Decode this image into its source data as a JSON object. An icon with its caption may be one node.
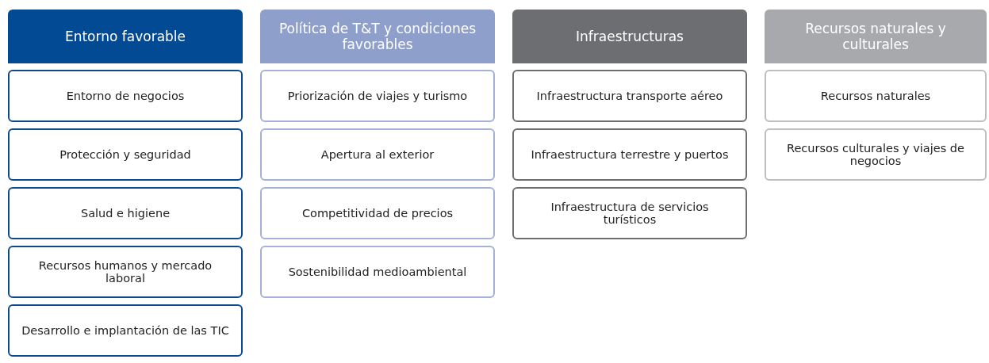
{
  "diagram": {
    "nodes": [
      {
        "text": [
          "Entorno favorable"
        ]
      },
      {
        "text": [
          "Entorno de negocios"
        ]
      },
      {
        "text": [
          "Protección y seguridad"
        ]
      },
      {
        "text": [
          "Salud e higiene"
        ]
      },
      {
        "text": [
          "Recursos humanos y mercado laboral"
        ]
      },
      {
        "text": [
          "Desarrollo e implantación de las TIC"
        ]
      },
      {
        "text": [
          "Política de T&T y condiciones favorables"
        ]
      },
      {
        "text": [
          "Priorización de viajes y turismo"
        ]
      },
      {
        "text": [
          "Apertura al exterior"
        ]
      },
      {
        "text": [
          "Competitividad de precios"
        ]
      },
      {
        "text": [
          "Sostenibilidad medioambiental"
        ]
      },
      {
        "text": [
          "Infraestructuras"
        ]
      },
      {
        "text": [
          "Infraestructura transporte aéreo"
        ]
      },
      {
        "text": [
          "Infraestructura terrestre y puertos"
        ]
      },
      {
        "text": [
          "Infraestructura de servicios turísticos"
        ]
      },
      {
        "text": [
          "Recursos naturales y culturales"
        ]
      },
      {
        "text": [
          "Recursos naturales"
        ]
      },
      {
        "text": [
          "Recursos culturales y viajes de negocios"
        ]
      }
    ]
  }
}
